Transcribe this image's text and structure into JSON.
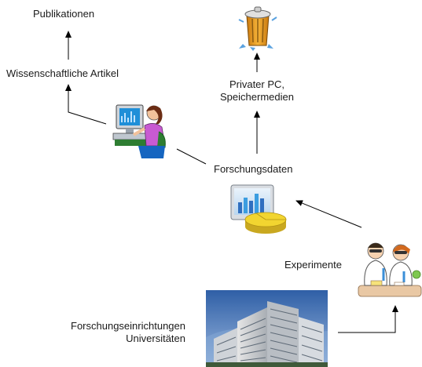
{
  "labels": {
    "publications": "Publikationen",
    "articles": "Wissenschaftliche Artikel",
    "private_pc_line1": "Privater PC,",
    "private_pc_line2": "Speichermedien",
    "research_data": "Forschungsdaten",
    "experiments": "Experimente",
    "institutions_line1": "Forschungseinrichtungen",
    "institutions_line2": "Universitäten"
  },
  "icons": {
    "trash": "trash-can-icon",
    "researcher": "computer-researcher-icon",
    "data": "data-chart-icon",
    "scientists": "scientists-icon",
    "building": "university-building-photo"
  },
  "colors": {
    "arrow": "#000000",
    "monitor_screen": "#1f8fd8",
    "pie_chart": "#f2d530",
    "trash_can": "#f0a020",
    "sky": "#5a86c4"
  }
}
